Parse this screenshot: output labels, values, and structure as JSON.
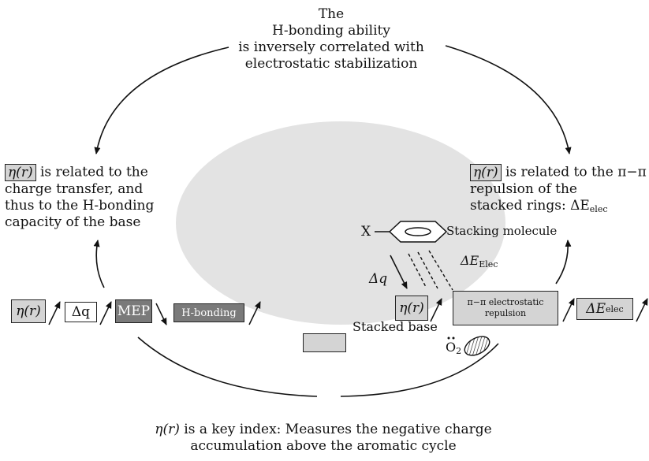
{
  "top_label": {
    "line1": "The",
    "line2": "H-bonding ability",
    "line3": "is inversely correlated with",
    "line4": "electrostatic stabilization"
  },
  "left_label": {
    "eta": "η(r)",
    "line1": "is related to the",
    "line2": "charge transfer, and",
    "line3": "thus to the H-bonding",
    "line4": "capacity of the base"
  },
  "right_label": {
    "eta": "η(r)",
    "line1": "is related to the π−π",
    "line2": "repulsion of the",
    "line3": "stacked rings: ΔE",
    "line3_sub": "elec"
  },
  "left_chain": {
    "eta": "η(r)",
    "dq": "Δq",
    "mep": "MEP",
    "hbond": "H-bonding"
  },
  "right_chain": {
    "eta": "η(r)",
    "repulsion_line1": "π−π electrostatic",
    "repulsion_line2": "repulsion",
    "de": "ΔE",
    "de_sub": "elec"
  },
  "scheme": {
    "x_label": "X",
    "stacking_molecule": "Stacking molecule",
    "delta_e": "ΔE",
    "delta_e_sub": "Elec",
    "delta_q": "Δq",
    "stacked_base": "Stacked base",
    "o_label": "O",
    "o_sub": "2"
  },
  "bottom_label": {
    "line1_tail": "is a key index: Measures the negative charge",
    "eta": "η(r)",
    "line2": "accumulation above the aromatic cycle"
  },
  "colors": {
    "ellipse_fill": "#e3e3e3",
    "box_light": "#d4d4d4",
    "box_dark": "#7a7a7a"
  }
}
